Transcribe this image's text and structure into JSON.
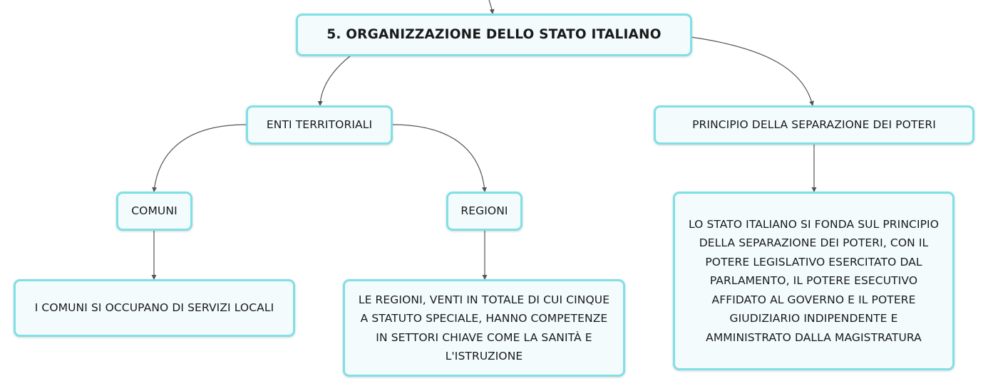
{
  "diagram": {
    "type": "mind-map",
    "colors": {
      "node_border": "#7fe0e6",
      "node_fill": "#f3fbfd",
      "connector": "#555555",
      "text": "#1a1a1a"
    },
    "root": {
      "label": "5. ORGANIZZAZIONE DELLO STATO ITALIANO"
    },
    "enti": {
      "label": "ENTI TERRITORIALI"
    },
    "principio": {
      "label": "PRINCIPIO DELLA SEPARAZIONE DEI POTERI"
    },
    "comuni": {
      "label": "COMUNI"
    },
    "regioni": {
      "label": "REGIONI"
    },
    "comuni_desc": {
      "label": "I COMUNI SI OCCUPANO DI SERVIZI LOCALI"
    },
    "regioni_desc": {
      "lines": [
        "LE REGIONI, VENTI IN TOTALE DI CUI CINQUE",
        "A STATUTO SPECIALE, HANNO COMPETENZE",
        "IN SETTORI CHIAVE COME LA SANITÀ E",
        "L'ISTRUZIONE"
      ]
    },
    "principio_desc": {
      "lines": [
        "LO STATO ITALIANO SI FONDA SUL PRINCIPIO",
        "DELLA SEPARAZIONE DEI POTERI, CON IL",
        "POTERE LEGISLATIVO ESERCITATO DAL",
        "PARLAMENTO, IL POTERE ESECUTIVO",
        "AFFIDATO AL GOVERNO E IL POTERE",
        "GIUDIZIARIO INDIPENDENTE E",
        "AMMINISTRATO DALLA MAGISTRATURA"
      ]
    },
    "edges": [
      [
        "parent",
        "root"
      ],
      [
        "root",
        "enti"
      ],
      [
        "root",
        "principio"
      ],
      [
        "enti",
        "comuni"
      ],
      [
        "enti",
        "regioni"
      ],
      [
        "comuni",
        "comuni_desc"
      ],
      [
        "regioni",
        "regioni_desc"
      ],
      [
        "principio",
        "principio_desc"
      ]
    ]
  }
}
